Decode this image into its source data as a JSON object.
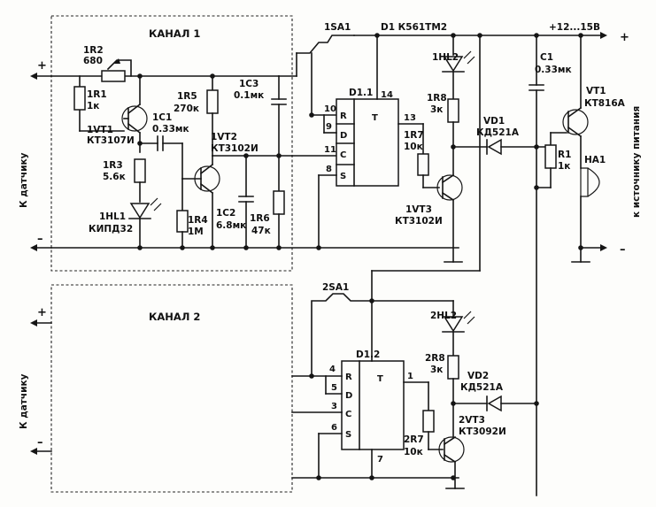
{
  "channel1": {
    "title": "КАНАЛ  1",
    "sensor_label": "К датчику",
    "plus": "+",
    "minus": "–",
    "components": {
      "r2": {
        "ref": "1R2",
        "value": "680"
      },
      "r1": {
        "ref": "1R1",
        "value": "1к"
      },
      "vt1": {
        "ref": "1VT1",
        "value": "КТ3107И"
      },
      "c1": {
        "ref": "1C1",
        "value": "0.33мк"
      },
      "r3": {
        "ref": "1R3",
        "value": "5.6к"
      },
      "hl1": {
        "ref": "1HL1",
        "value": "КИПД32"
      },
      "r4": {
        "ref": "1R4",
        "value": "1М"
      },
      "r5": {
        "ref": "1R5",
        "value": "270к"
      },
      "vt2": {
        "ref": "1VT2",
        "value": "КТ3102И"
      },
      "c2": {
        "ref": "1C2",
        "value": "6.8мк"
      },
      "c3": {
        "ref": "1C3",
        "value": "0.1мк"
      },
      "r6": {
        "ref": "1R6",
        "value": "47к"
      }
    }
  },
  "channel2": {
    "title": "КАНАЛ  2",
    "sensor_label": "К датчику",
    "plus": "+",
    "minus": "–"
  },
  "common": {
    "switch1": "1SA1",
    "switch2": "2SA1",
    "chip": "D1 К561ТМ2",
    "supply": "+12...15В",
    "supply_label": "к источнику питания",
    "supply_plus": "+",
    "supply_minus": "–",
    "ff1": {
      "name": "D1.1",
      "r": "R",
      "d": "D",
      "c": "C",
      "s": "S",
      "t": "T",
      "p10": "10",
      "p9": "9",
      "p11": "11",
      "p8": "8",
      "p14": "14",
      "p13": "13"
    },
    "ff2": {
      "name": "D1.2",
      "r": "R",
      "d": "D",
      "c": "C",
      "s": "S",
      "t": "T",
      "p4": "4",
      "p5": "5",
      "p3": "3",
      "p6": "6",
      "p7": "7",
      "p1": "1"
    },
    "hl2_1": "1HL2",
    "r8_1": {
      "ref": "1R8",
      "value": "3к"
    },
    "r7_1": {
      "ref": "1R7",
      "value": "10к"
    },
    "vt3_1": {
      "ref": "1VT3",
      "value": "КТ3102И"
    },
    "vd1": {
      "ref": "VD1",
      "value": "КД521А"
    },
    "c1": {
      "ref": "C1",
      "value": "0.33мк"
    },
    "r1": {
      "ref": "R1",
      "value": "1к"
    },
    "vt1": {
      "ref": "VT1",
      "value": "КТ816А"
    },
    "ha1": "HA1",
    "hl2_2": "2HL2",
    "r8_2": {
      "ref": "2R8",
      "value": "3к"
    },
    "vd2": {
      "ref": "VD2",
      "value": "КД521А"
    },
    "r7_2": {
      "ref": "2R7",
      "value": "10к"
    },
    "vt3_2": {
      "ref": "2VT3",
      "value": "КТ3092И"
    }
  }
}
